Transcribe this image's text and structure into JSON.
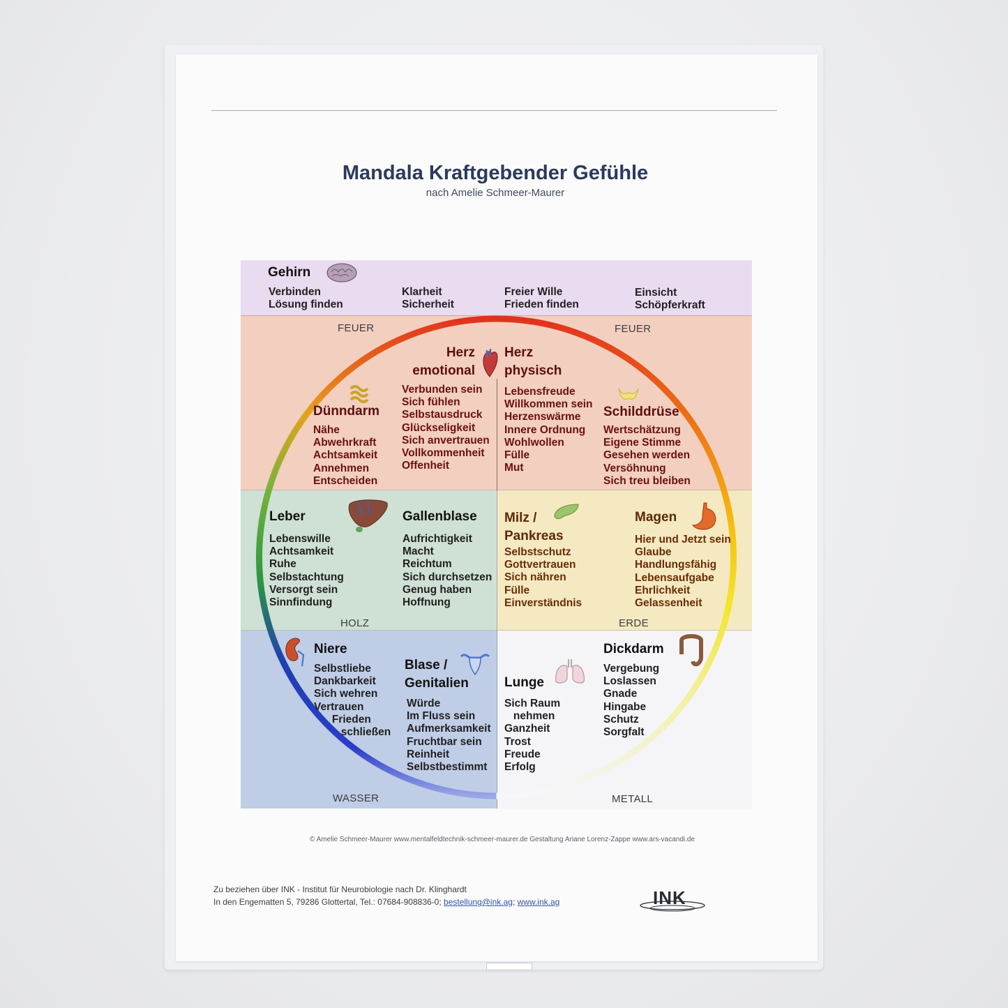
{
  "title": "Mandala Kraftgebender Gefühle",
  "subtitle": "nach Amelie Schmeer-Maurer",
  "colors": {
    "top_band": "#e9dcf1",
    "fire": "#f3cfc0",
    "wood": "#cfe0d4",
    "earth": "#f5e9c1",
    "water": "#bfcde6",
    "metal": "#f5f5f8",
    "title": "#2b3a5c"
  },
  "gehirn": {
    "heading": "Gehirn",
    "icon": "brain-icon",
    "col1": "Verbinden\nLösung finden",
    "col2": "Klarheit\nSicherheit",
    "col3": "Freier Wille\nFrieden finden",
    "col4": "Einsicht\nSchöpferkraft"
  },
  "elements": {
    "fire_left": "FEUER",
    "fire_right": "FEUER",
    "wood": "HOLZ",
    "earth": "ERDE",
    "water": "WASSER",
    "metal": "METALL"
  },
  "organs": {
    "herz_emotional": {
      "heading": "Herz\nemotional",
      "items": "Verbunden sein\nSich fühlen\nSelbstausdruck\nGlückseligkeit\nSich anvertrauen\nVollkommenheit\nOffenheit"
    },
    "herz_physisch": {
      "heading": "Herz\nphysisch",
      "items": "Lebensfreude\nWillkommen sein\nHerzenswärme\nInnere Ordnung\nWohlwollen\nFülle\nMut"
    },
    "duenndarm": {
      "heading": "Dünndarm",
      "items": "Nähe\nAbwehrkraft\nAchtsamkeit\nAnnehmen\nEntscheiden"
    },
    "schilddruese": {
      "heading": "Schilddrüse",
      "items": "Wertschätzung\nEigene Stimme\nGesehen werden\nVersöhnung\nSich treu bleiben"
    },
    "leber": {
      "heading": "Leber",
      "items": "Lebenswille\nAchtsamkeit\nRuhe\nSelbstachtung\nVersorgt sein\nSinnfindung"
    },
    "gallenblase": {
      "heading": "Gallenblase",
      "items": "Aufrichtigkeit\nMacht\nReichtum\nSich durchsetzen\nGenug haben\nHoffnung"
    },
    "milz": {
      "heading": "Milz /\nPankreas",
      "items": "Selbstschutz\nGottvertrauen\nSich nähren\nFülle\nEinverständnis"
    },
    "magen": {
      "heading": "Magen",
      "items": "Hier und Jetzt sein\nGlaube\nHandlungsfähig\nLebensaufgabe\nEhrlichkeit\nGelassenheit"
    },
    "niere": {
      "heading": "Niere",
      "items": "Selbstliebe\nDankbarkeit\nSich wehren\nVertrauen\n      Frieden\n         schließen"
    },
    "blase": {
      "heading": "Blase /\nGenitalien",
      "items": "Würde\nIm Fluss sein\nAufmerksamkeit\nFruchtbar sein\nReinheit\nSelbstbestimmt"
    },
    "lunge": {
      "heading": "Lunge",
      "items": "Sich Raum\n   nehmen\nGanzheit\nTrost\nFreude\nErfolg"
    },
    "dickdarm": {
      "heading": "Dickdarm",
      "items": "Vergebung\nLoslassen\nGnade\nHingabe\nSchutz\nSorgfalt"
    }
  },
  "credits": "©  Amelie Schmeer-Maurer    www.mentalfeldtechnik-schmeer-maurer.de    Gestaltung Ariane Lorenz-Zappe  www.ars-vacandi.de",
  "footer": {
    "line1": "Zu beziehen über INK - Institut für Neurobiologie nach Dr. Klinghardt",
    "line2_prefix": "In den Engematten 5, 79286 Glottertal, Tel.: 07684-908836-0; ",
    "email": "bestellung@ink.ag",
    "separator": "; ",
    "web": "www.ink.ag",
    "logo": "INK"
  }
}
